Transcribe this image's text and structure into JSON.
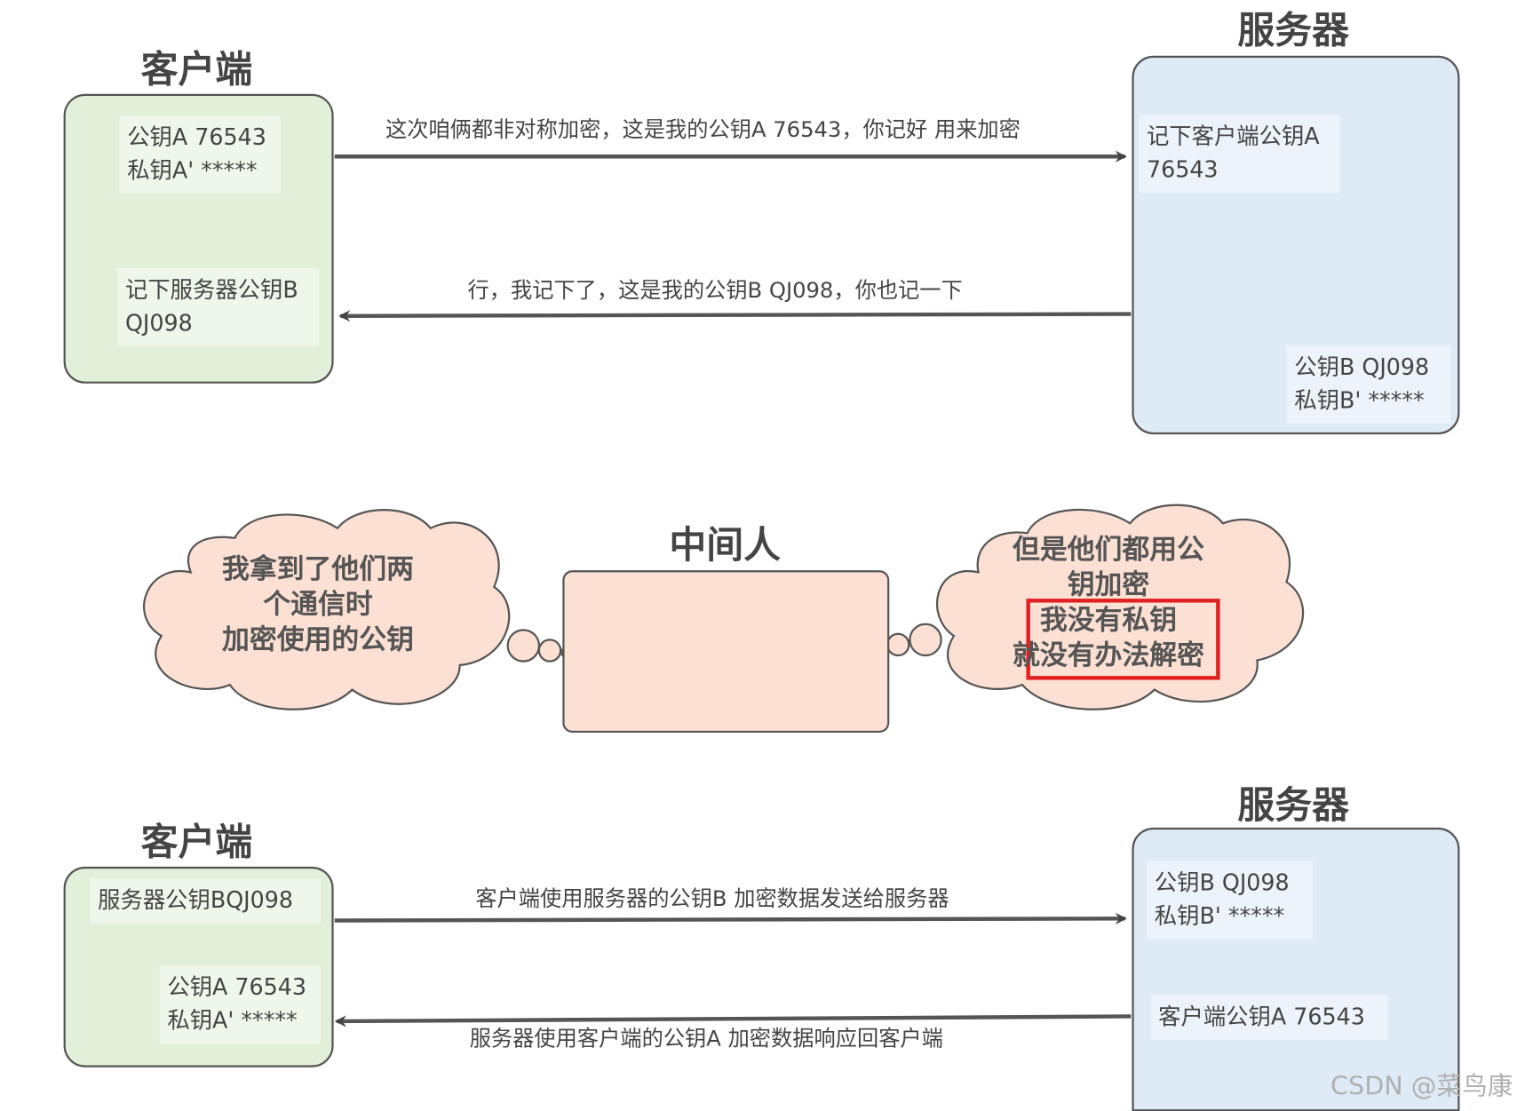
{
  "top": {
    "client_title": "客户端",
    "server_title": "服务器",
    "client_keys": [
      "公钥A 76543",
      "私钥A' *****"
    ],
    "client_note": [
      "记下服务器公钥B",
      "QJ098"
    ],
    "server_note": [
      "记下客户端公钥A",
      "76543"
    ],
    "server_keys": [
      "公钥B QJ098",
      "私钥B' *****"
    ],
    "msg_to_server": "这次咱俩都非对称加密，这是我的公钥A 76543，你记好 用来加密",
    "msg_to_client": "行，我记下了，这是我的公钥B QJ098，你也记一下"
  },
  "middle": {
    "title": "中间人",
    "left_thought": [
      "我拿到了他们两",
      "个通信时",
      "加密使用的公钥"
    ],
    "right_thought_top": [
      "但是他们都用公",
      "钥加密"
    ],
    "right_thought_bottom": [
      "我没有私钥",
      "就没有办法解密"
    ],
    "highlight_color": "#e02020"
  },
  "bottom": {
    "client_title": "客户端",
    "server_title": "服务器",
    "client_note": [
      "服务器公钥BQJ098"
    ],
    "client_keys": [
      "公钥A 76543",
      "私钥A' *****"
    ],
    "server_keys": [
      "公钥B QJ098",
      "私钥B' *****"
    ],
    "server_note": [
      "客户端公钥A 76543"
    ],
    "msg_to_server": "客户端使用服务器的公钥B 加密数据发送给服务器",
    "msg_to_client": "服务器使用客户端的公钥A 加密数据响应回客户端"
  },
  "colors": {
    "client_fill": "#e2f0d9",
    "server_fill": "#deeaf6",
    "middle_fill": "#fbe0d3",
    "stroke": "#555555"
  },
  "watermark": "CSDN @菜鸟康"
}
